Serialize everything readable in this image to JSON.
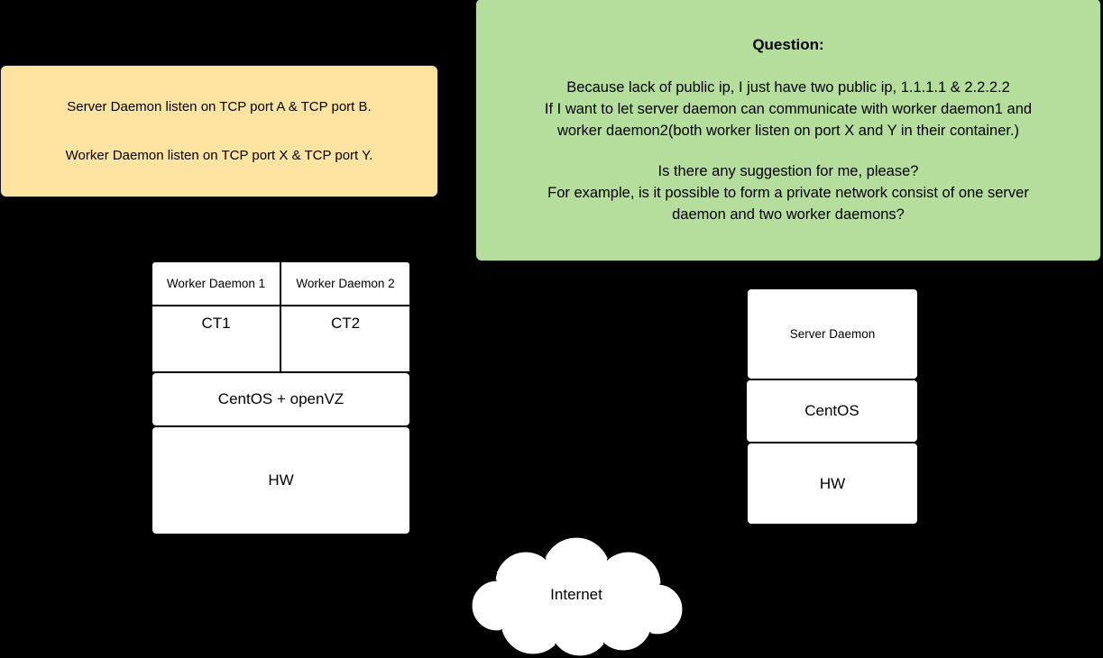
{
  "diagram": {
    "title": "Server daemon and worker daemons network topology question",
    "background_color": "#000000"
  },
  "notes": {
    "ports_note": {
      "background_color": "#ffe3a0",
      "lines": [
        "Server Daemon listen on TCP port A & TCP port B.",
        "Worker Daemon listen on TCP port X & TCP port Y."
      ]
    },
    "question_note": {
      "background_color": "#b5dd9c",
      "title": "Question:",
      "lines": [
        "Because lack of public ip, I just have two public ip, 1.1.1.1 & 2.2.2.2",
        "If I want to let server daemon can communicate with worker daemon1 and",
        "worker daemon2(both worker listen on port X and Y in their container.)",
        "Is there any suggestion for me, please?",
        "For example, is it possible to form a private network consist of one server",
        "daemon and two worker daemons?"
      ]
    }
  },
  "worker_host": {
    "daemon_1": "Worker Daemon 1",
    "daemon_2": "Worker Daemon 2",
    "container_1": "CT1",
    "container_2": "CT2",
    "os": "CentOS + openVZ",
    "hardware": "HW"
  },
  "server_host": {
    "daemon": "Server Daemon",
    "os": "CentOS",
    "hardware": "HW"
  },
  "network": {
    "cloud_label": "Internet"
  }
}
